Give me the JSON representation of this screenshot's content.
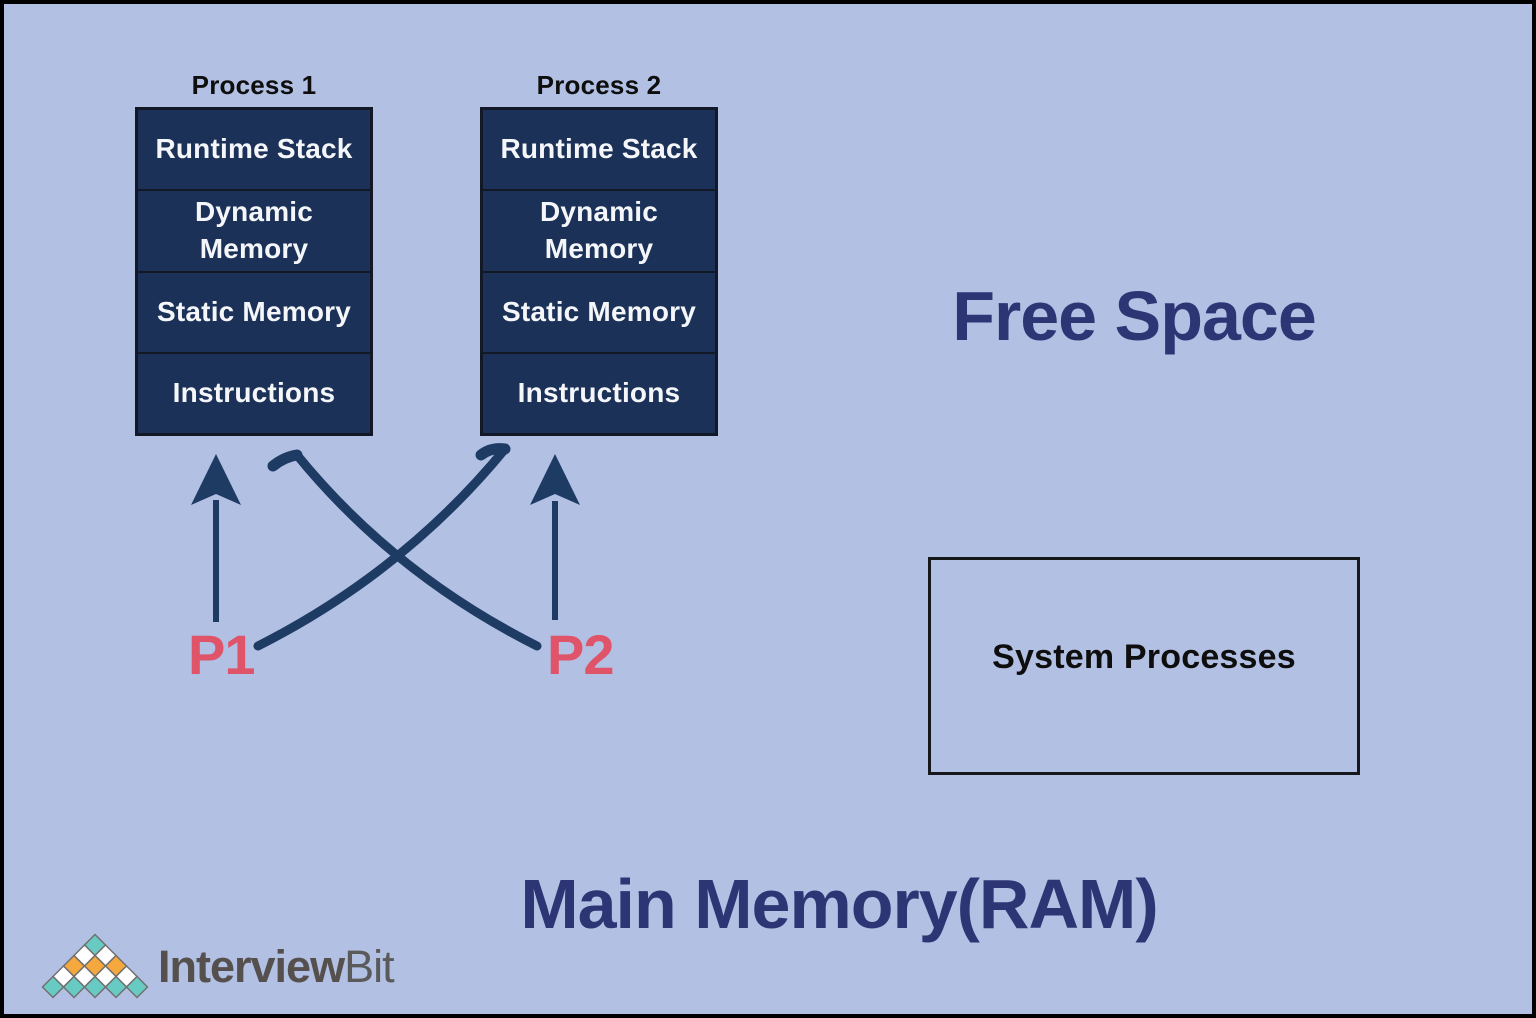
{
  "canvas": {
    "background": "#b2c0e3",
    "frame_color": "#000000"
  },
  "colors": {
    "arrow": "#1e3b63",
    "box_fill": "#1b3157",
    "box_border": "#121826",
    "box_text": "#f4f6fa",
    "heading": "#2e3575",
    "process_label": "#e0546a",
    "title_text": "#0e0e0e",
    "brand_bold": "#55504e",
    "brand_light": "#5a5a5a"
  },
  "processes": [
    {
      "title": "Process 1",
      "sections": [
        "Runtime Stack",
        "Dynamic\nMemory",
        "Static Memory",
        "Instructions"
      ]
    },
    {
      "title": "Process 2",
      "sections": [
        "Runtime Stack",
        "Dynamic\nMemory",
        "Static Memory",
        "Instructions"
      ]
    }
  ],
  "labels": {
    "free_space": "Free Space",
    "system_processes": "System Processes",
    "main_memory": "Main Memory(RAM)",
    "p1": "P1",
    "p2": "P2"
  },
  "logo": {
    "brand_bold": "Interview",
    "brand_light": "Bit",
    "pyramid_rows": [
      [
        "teal"
      ],
      [
        "white",
        "white"
      ],
      [
        "orange",
        "orange",
        "orange"
      ],
      [
        "white",
        "white",
        "white",
        "white"
      ],
      [
        "teal",
        "teal",
        "teal",
        "teal",
        "teal"
      ]
    ],
    "palette": {
      "teal": "#68cbc3",
      "orange": "#f5a83d",
      "white": "#ffffff",
      "outline": "#707070"
    }
  }
}
